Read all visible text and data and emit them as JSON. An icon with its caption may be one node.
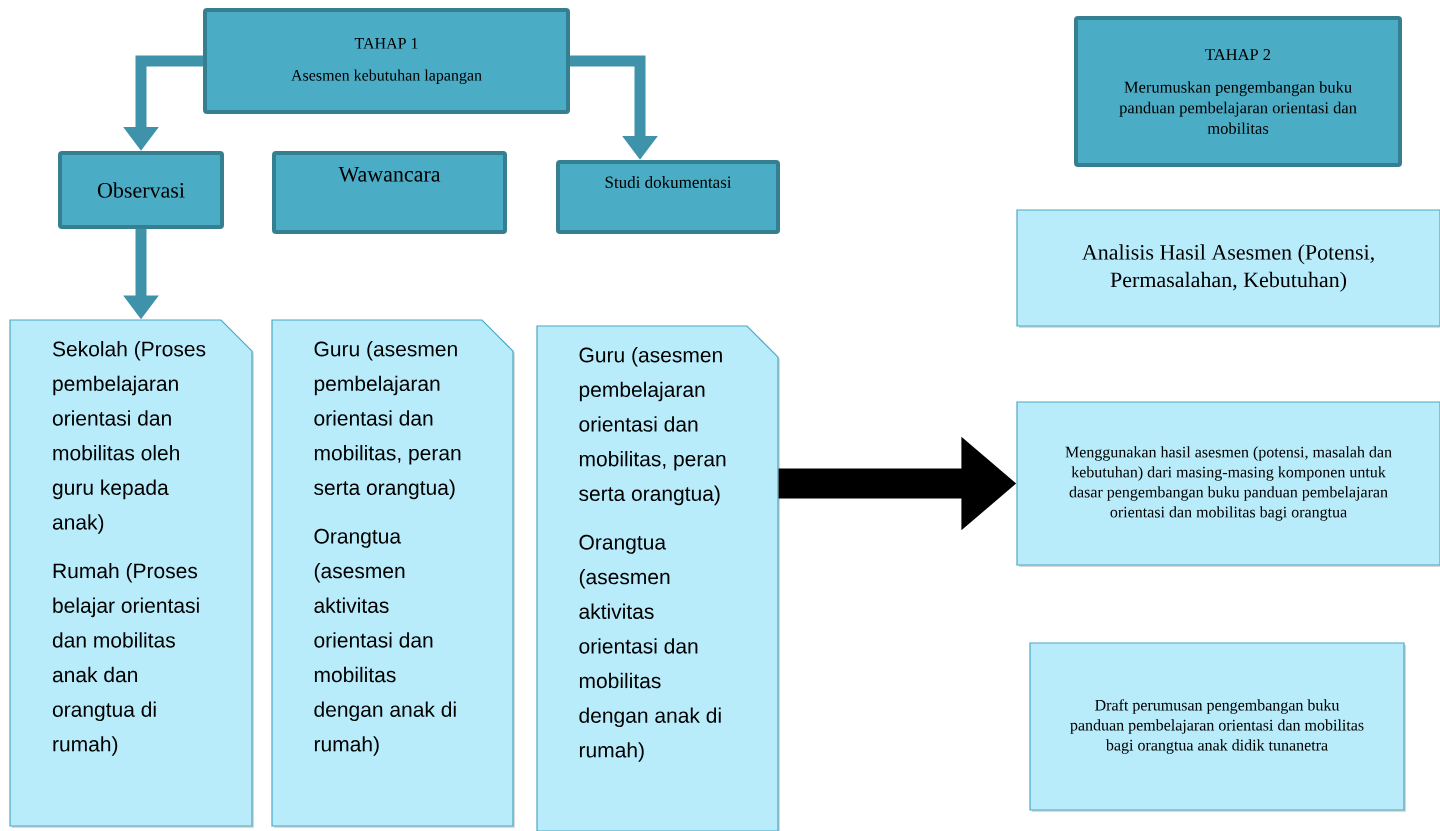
{
  "diagram": {
    "nodes": [
      {
        "text": [
          "TAHAP 1",
          "Asesmen kebutuhan lapangan"
        ]
      },
      {
        "text": [
          "Observasi"
        ]
      },
      {
        "text": [
          "Wawancara"
        ]
      },
      {
        "text": [
          "Studi dokumentasi"
        ]
      },
      {
        "text": [
          "Sekolah (Proses pembelajaran orientasi dan mobilitas oleh guru kepada anak)",
          "Rumah (Proses belajar orientasi dan mobilitas anak dan orangtua di rumah)"
        ]
      },
      {
        "text": [
          "Guru (asesmen pembelajaran orientasi dan mobilitas, peran serta orangtua)",
          "Orangtua (asesmen aktivitas orientasi dan mobilitas dengan anak di rumah)"
        ]
      },
      {
        "text": [
          "Guru (asesmen pembelajaran orientasi dan mobilitas, peran serta orangtua)",
          "Orangtua (asesmen aktivitas orientasi dan mobilitas dengan anak di rumah)"
        ]
      },
      {
        "text": [
          "TAHAP 2",
          "Merumuskan pengembangan buku panduan pembelajaran orientasi dan mobilitas"
        ]
      },
      {
        "text": [
          "Analisis Hasil Asesmen (Potensi, Permasalahan, Kebutuhan)"
        ]
      },
      {
        "text": [
          "Menggunakan hasil asesmen (potensi, masalah dan kebutuhan) dari masing-masing komponen untuk dasar pengembangan buku panduan pembelajaran orientasi dan mobilitas bagi orangtua"
        ]
      },
      {
        "text": [
          "Draft perumusan pengembangan buku panduan pembelajaran orientasi dan mobilitas bagi orangtua anak didik tunanetra"
        ]
      }
    ],
    "edges": [
      {
        "from": 0,
        "to": 1,
        "arrow": "to"
      },
      {
        "from": 0,
        "to": 3,
        "arrow": "to"
      },
      {
        "from": 1,
        "to": 4,
        "arrow": "to"
      },
      {
        "from": 6,
        "to": 9,
        "arrow": "to",
        "style": "thick",
        "color": "#000000"
      }
    ]
  }
}
